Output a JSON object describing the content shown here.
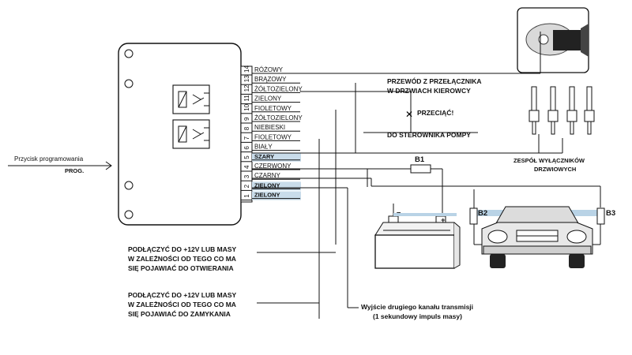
{
  "wires": [
    {
      "pin": "14",
      "label": "RÓŻOWY",
      "highlight": false
    },
    {
      "pin": "13",
      "label": "BRĄZOWY",
      "highlight": false
    },
    {
      "pin": "12",
      "label": "ŻÓŁTOZIELONY",
      "highlight": false
    },
    {
      "pin": "11",
      "label": "ZIELONY",
      "highlight": false
    },
    {
      "pin": "10",
      "label": "FIOLETOWY",
      "highlight": false
    },
    {
      "pin": "9",
      "label": "ŻÓŁTOZIELONY",
      "highlight": false
    },
    {
      "pin": "8",
      "label": "NIEBIESKI",
      "highlight": false
    },
    {
      "pin": "7",
      "label": "FIOLETOWY",
      "highlight": false
    },
    {
      "pin": "6",
      "label": "BIAŁY",
      "highlight": false
    },
    {
      "pin": "5",
      "label": "SZARY",
      "highlight": true
    },
    {
      "pin": "4",
      "label": "CZERWONY",
      "highlight": false
    },
    {
      "pin": "3",
      "label": "CZARNY",
      "highlight": false
    },
    {
      "pin": "2",
      "label": "ZIELONY",
      "highlight": true
    },
    {
      "pin": "1",
      "label": "ZIELONY",
      "highlight": true
    }
  ],
  "labels": {
    "button_caption": "Przycisk programowania",
    "prog": "PROG.",
    "door_wire_line1": "PRZEWÓD Z PRZEŁĄCZNIKA",
    "door_wire_line2": "W DRZWIACH KIEROWCY",
    "cut": "PRZECIĄĆ!",
    "pump": "DO STEROWNIKA POMPY",
    "switches_line1": "ZESPÓŁ WYŁĄCZNIKÓW",
    "switches_line2": "DRZWIOWYCH",
    "fuse_b1": "B1",
    "bulb_b2": "B2",
    "bulb_b3": "B3",
    "minus": "–",
    "plus": "+",
    "open_note_line1": "PODŁĄCZYĆ DO +12V LUB MASY",
    "open_note_line2": "W ZALEŻNOŚCI OD TEGO CO MA",
    "open_note_line3": "SIĘ POJAWIAĆ DO OTWIERANIA",
    "close_note_line1": "PODŁĄCZYĆ DO +12V LUB MASY",
    "close_note_line2": "W ZALEŻNOŚCI OD TEGO CO MA",
    "close_note_line3": "SIĘ POJAWIAĆ DO ZAMYKANIA",
    "channel2_line1": "Wyjście drugiego kanału transmisji",
    "channel2_line2": "(1 sekundowy impuls masy)"
  },
  "colors": {
    "line": "#111111",
    "highlight": "#c9dcea",
    "bulb_bar": "#b9d3e6"
  }
}
